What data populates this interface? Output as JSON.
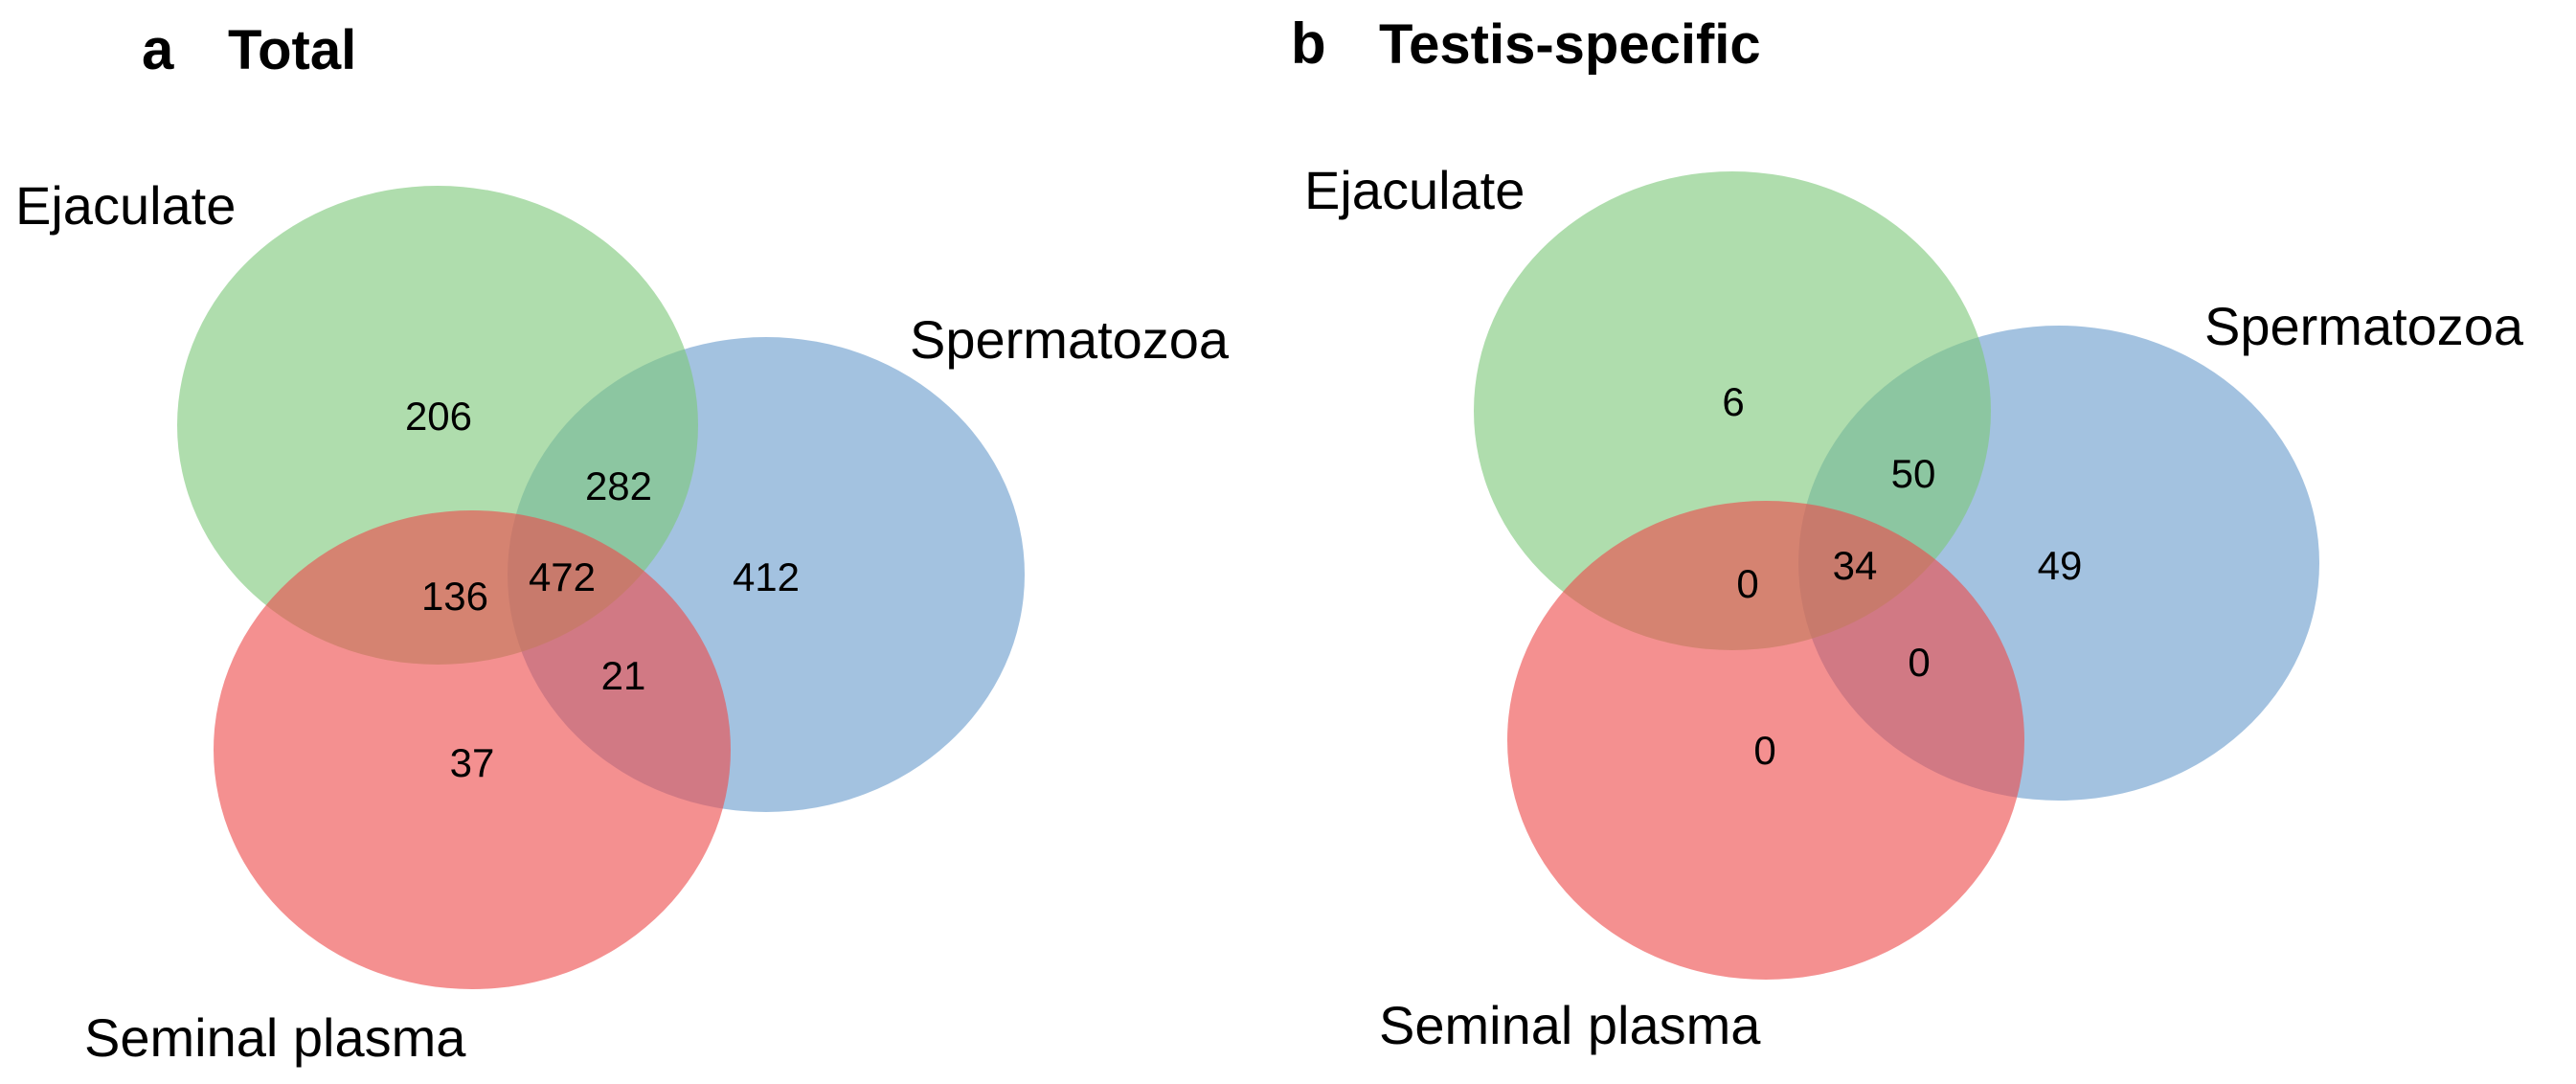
{
  "colors": {
    "ejaculate": "#7ec87a",
    "spermatozoa": "#6a9ccd",
    "seminal_plasma": "#ee4c4c"
  },
  "panels": [
    {
      "letter": "a",
      "title": "Total",
      "sets": {
        "ejaculate": "Ejaculate",
        "spermatozoa": "Spermatozoa",
        "seminal_plasma": "Seminal plasma"
      },
      "regions": {
        "ejaculate_only": "206",
        "ejaculate_spermatozoa": "282",
        "ejaculate_seminal_plasma": "136",
        "all_three": "472",
        "spermatozoa_only": "412",
        "spermatozoa_seminal_plasma": "21",
        "seminal_plasma_only": "37"
      }
    },
    {
      "letter": "b",
      "title": "Testis-specific",
      "sets": {
        "ejaculate": "Ejaculate",
        "spermatozoa": "Spermatozoa",
        "seminal_plasma": "Seminal plasma"
      },
      "regions": {
        "ejaculate_only": "6",
        "ejaculate_spermatozoa": "50",
        "ejaculate_seminal_plasma": "0",
        "all_three": "34",
        "spermatozoa_only": "49",
        "spermatozoa_seminal_plasma": "0",
        "seminal_plasma_only": "0"
      }
    }
  ]
}
